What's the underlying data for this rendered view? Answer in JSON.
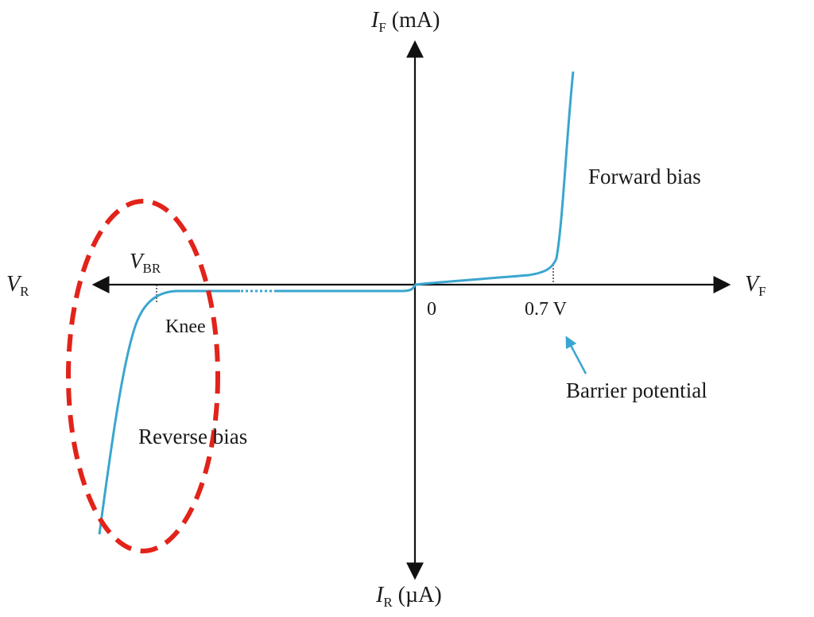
{
  "chart_data": {
    "type": "line",
    "title": "",
    "axes": {
      "y_pos_symbol": "I",
      "y_pos_sub": "F",
      "y_pos_unit": " (mA)",
      "y_neg_symbol": "I",
      "y_neg_sub": "R",
      "y_neg_unit": " (µA)",
      "x_pos_symbol": "V",
      "x_pos_sub": "F",
      "x_neg_symbol": "V",
      "x_neg_sub": "R"
    },
    "labels": {
      "origin": "0",
      "barrier_value": "0.7 V",
      "vbr_symbol": "V",
      "vbr_sub": "BR",
      "knee": "Knee",
      "forward_bias": "Forward bias",
      "reverse_bias": "Reverse bias",
      "barrier_potential": "Barrier potential"
    },
    "colors": {
      "curve": "#3aa6cf",
      "axis": "#111111",
      "highlight": "#e2231a",
      "arrow": "#3aa6cf"
    },
    "highlight_ellipse": "reverse breakdown region"
  }
}
